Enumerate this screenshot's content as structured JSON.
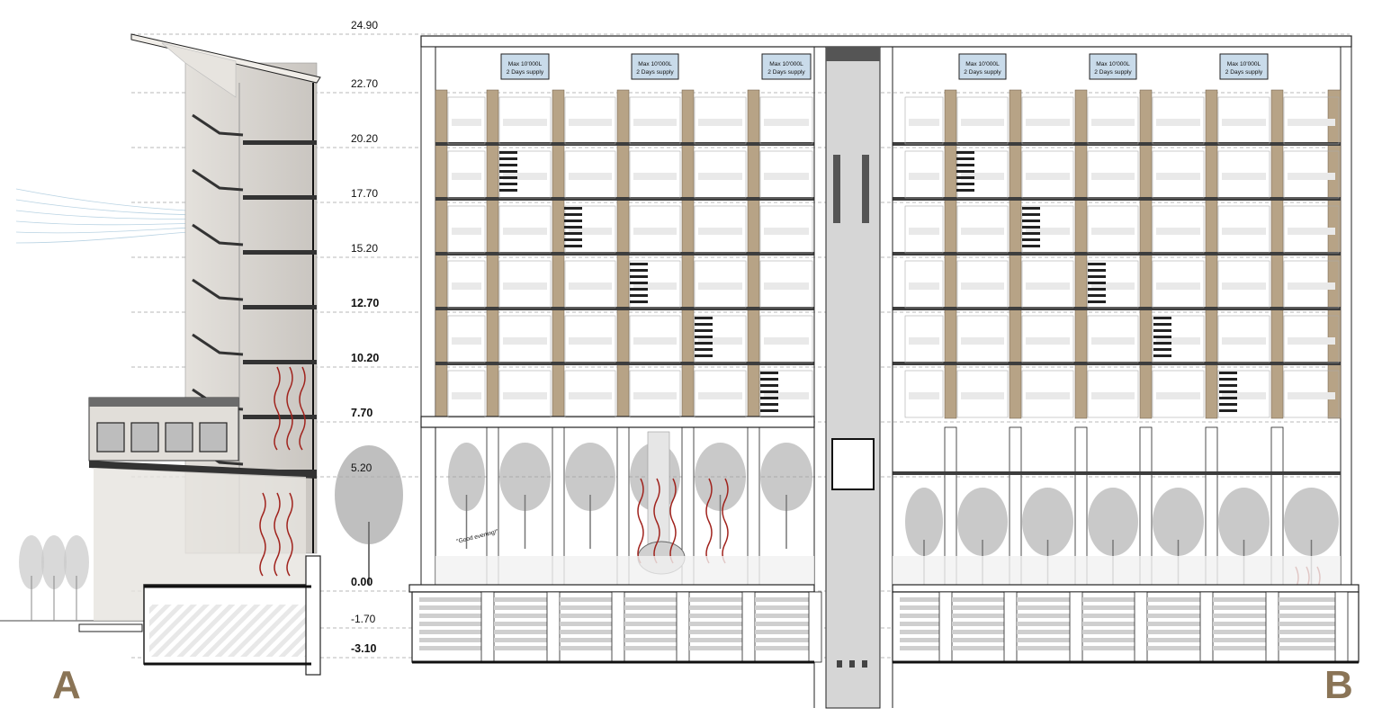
{
  "levels": [
    {
      "label": "24.90",
      "bold": false
    },
    {
      "label": "22.70",
      "bold": false
    },
    {
      "label": "20.20",
      "bold": false
    },
    {
      "label": "17.70",
      "bold": false
    },
    {
      "label": "15.20",
      "bold": false
    },
    {
      "label": "12.70",
      "bold": true
    },
    {
      "label": "10.20",
      "bold": true
    },
    {
      "label": "7.70",
      "bold": true
    },
    {
      "label": "5.20",
      "bold": false
    },
    {
      "label": "0.00",
      "bold": true
    },
    {
      "label": "-1.70",
      "bold": false
    },
    {
      "label": "-3.10",
      "bold": true
    }
  ],
  "tank": {
    "line1": "Max 10'000L",
    "line2": "2 Days supply"
  },
  "section_labels": {
    "left": "A",
    "right": "B"
  },
  "canopy_text": "\"Good evening!\"",
  "colors": {
    "timber_column": "#b7a386",
    "section_letter": "#8a7456",
    "slab": "#333333",
    "tank_fill": "#c9dbea",
    "heat_lines": "#a0231d",
    "elevator_core": "#d6d6d6",
    "tree": "#9c9c9c"
  }
}
